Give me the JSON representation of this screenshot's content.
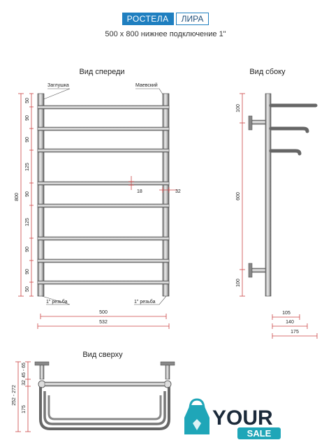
{
  "header": {
    "brand": "РОСТЕЛА",
    "model": "ЛИРА",
    "subtitle": "500 x 800 нижнее подключение 1\""
  },
  "front_view": {
    "title": "Вид спереди",
    "label_plug": "Заглушка",
    "label_valve": "Маевский",
    "label_thread_left": "1\" резьба",
    "label_thread_right": "1\" резьба",
    "total_height": "800",
    "segments": [
      "50",
      "90",
      "90",
      "125",
      "90",
      "125",
      "90",
      "90",
      "50"
    ],
    "bar_offset": "18",
    "bar_dia": "32",
    "width_inner": "500",
    "width_outer": "532"
  },
  "side_view": {
    "title": "Вид сбоку",
    "dim_top": "100",
    "dim_mid": "600",
    "dim_bottom": "100",
    "depth_1": "105",
    "depth_2": "140",
    "depth_3": "175"
  },
  "top_view": {
    "title": "Вид сверху",
    "dim_32": "32",
    "dim_45_65": "45 - 65",
    "dim_range": "252 - 272",
    "dim_175": "175"
  },
  "logo": {
    "your": "YOUR",
    "sale": "SALE"
  },
  "colors": {
    "brand_blue": "#1f7fc0",
    "dimension_red": "#cc4444",
    "logo_teal": "#1fa6b8",
    "logo_dark": "#1b2a3a"
  }
}
